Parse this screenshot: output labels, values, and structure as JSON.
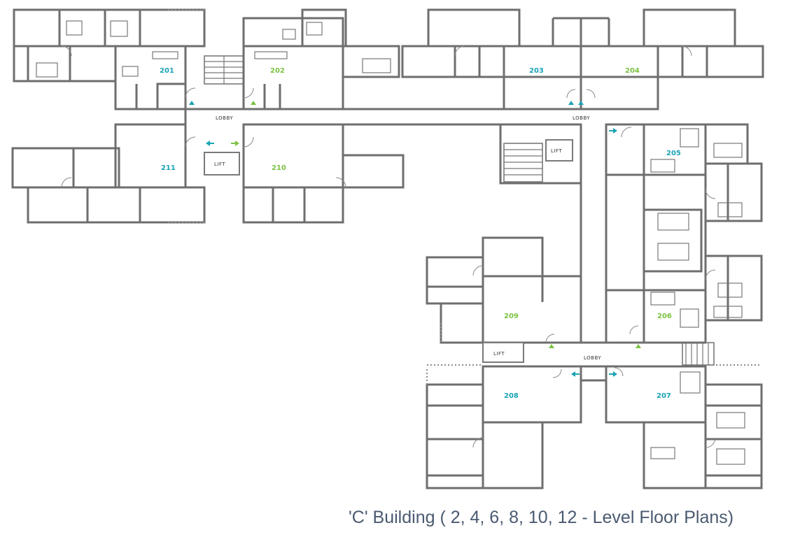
{
  "caption": "'C' Building ( 2, 4, 6, 8, 10, 12 - Level Floor Plans)",
  "colors": {
    "teal": "#1aa3b5",
    "green": "#7cc242",
    "wall": "#6e6e6e"
  },
  "units": [
    {
      "id": "201",
      "color": "teal"
    },
    {
      "id": "202",
      "color": "green"
    },
    {
      "id": "203",
      "color": "teal"
    },
    {
      "id": "204",
      "color": "green"
    },
    {
      "id": "205",
      "color": "teal"
    },
    {
      "id": "206",
      "color": "green"
    },
    {
      "id": "207",
      "color": "teal"
    },
    {
      "id": "208",
      "color": "teal"
    },
    {
      "id": "209",
      "color": "green"
    },
    {
      "id": "210",
      "color": "green"
    },
    {
      "id": "211",
      "color": "teal"
    }
  ],
  "lobbies": [
    "LOBBY",
    "LOBBY",
    "LOBBY"
  ],
  "lifts": [
    "LIFT",
    "LIFT",
    "LIFT"
  ]
}
